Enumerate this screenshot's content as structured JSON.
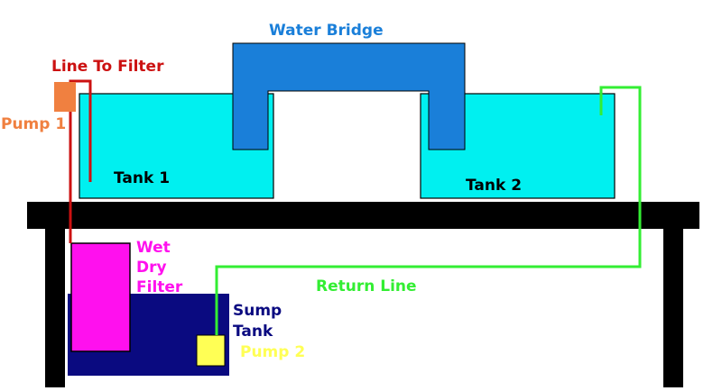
{
  "labels": {
    "water_bridge": "Water Bridge",
    "line_to_filter": "Line To Filter",
    "pump_1": "Pump 1",
    "tank_1": "Tank 1",
    "tank_2": "Tank 2",
    "wet_dry_filter": [
      "Wet",
      "Dry",
      "Filter"
    ],
    "return_line": "Return Line",
    "sump_tank": [
      "Sump",
      "Tank"
    ],
    "pump_2": "Pump 2"
  },
  "colors": {
    "tank_water": "#00F0F0",
    "water_bridge": "#1A7FD9",
    "stand": "#000000",
    "line_to_filter": "#CC1111",
    "pump_1": "#F08040",
    "return_line": "#33EE33",
    "wet_dry_filter": "#FF10EE",
    "sump_tank": "#0A0A80",
    "pump_2": "#FFFF55"
  }
}
